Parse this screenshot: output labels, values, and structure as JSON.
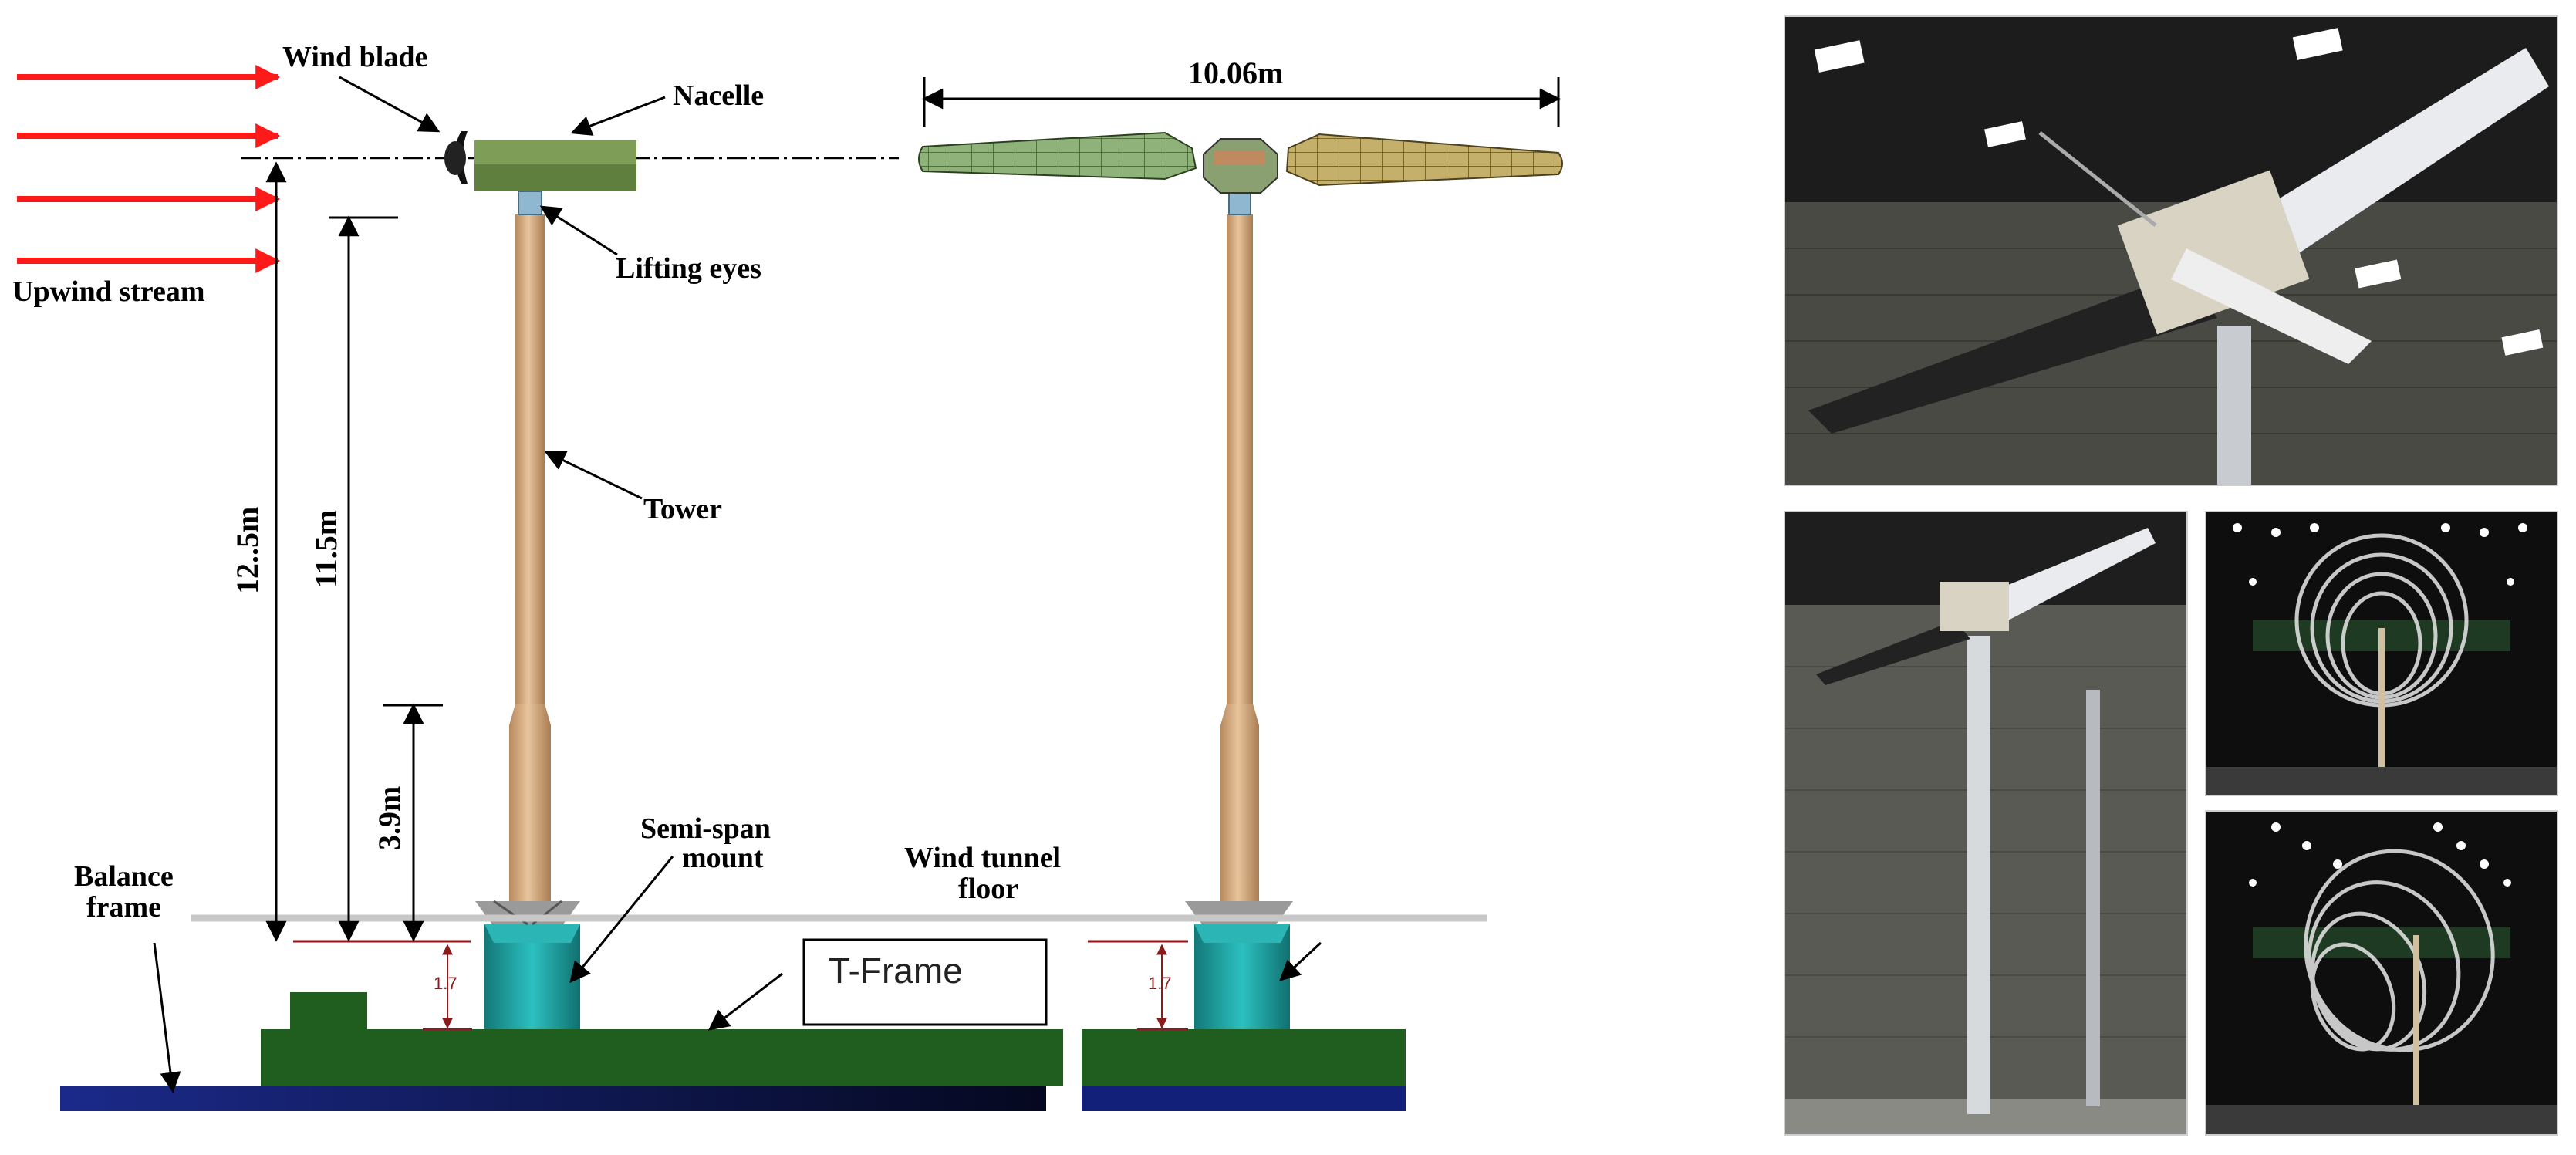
{
  "labels": {
    "wind_blade": "Wind blade",
    "nacelle": "Nacelle",
    "lifting_eyes": "Lifting eyes",
    "upwind_stream": "Upwind stream",
    "tower": "Tower",
    "balance_frame_1": "Balance",
    "balance_frame_2": "frame",
    "semi_span_1": "Semi-span",
    "semi_span_2": "mount",
    "wind_tunnel_1": "Wind tunnel",
    "wind_tunnel_2": "floor",
    "t_frame": "T-Frame",
    "span": "10.06m",
    "dim_12_5": "12..5m",
    "dim_11_5": "11.5m",
    "dim_3_9": "3.9m",
    "gap_left": "1.7",
    "gap_right": "1.7"
  },
  "photos": {
    "top": "wind turbine in wind tunnel, rotor close-up",
    "bottom_left": "turbine tower full view",
    "bottom_right_top": "tip vortex visualization, front view",
    "bottom_right_bottom": "tip vortex visualization, angled view"
  },
  "colors": {
    "arrow_red": "#ff1a1a",
    "tower": "#d8a878",
    "mount": "#1fa3a3",
    "frame_green": "#1f5e1f",
    "floor_blue": "#13207a",
    "nacelle": "#5f7f3f",
    "blade_green": "#8fb27a",
    "blade_gold": "#c4b06a"
  }
}
